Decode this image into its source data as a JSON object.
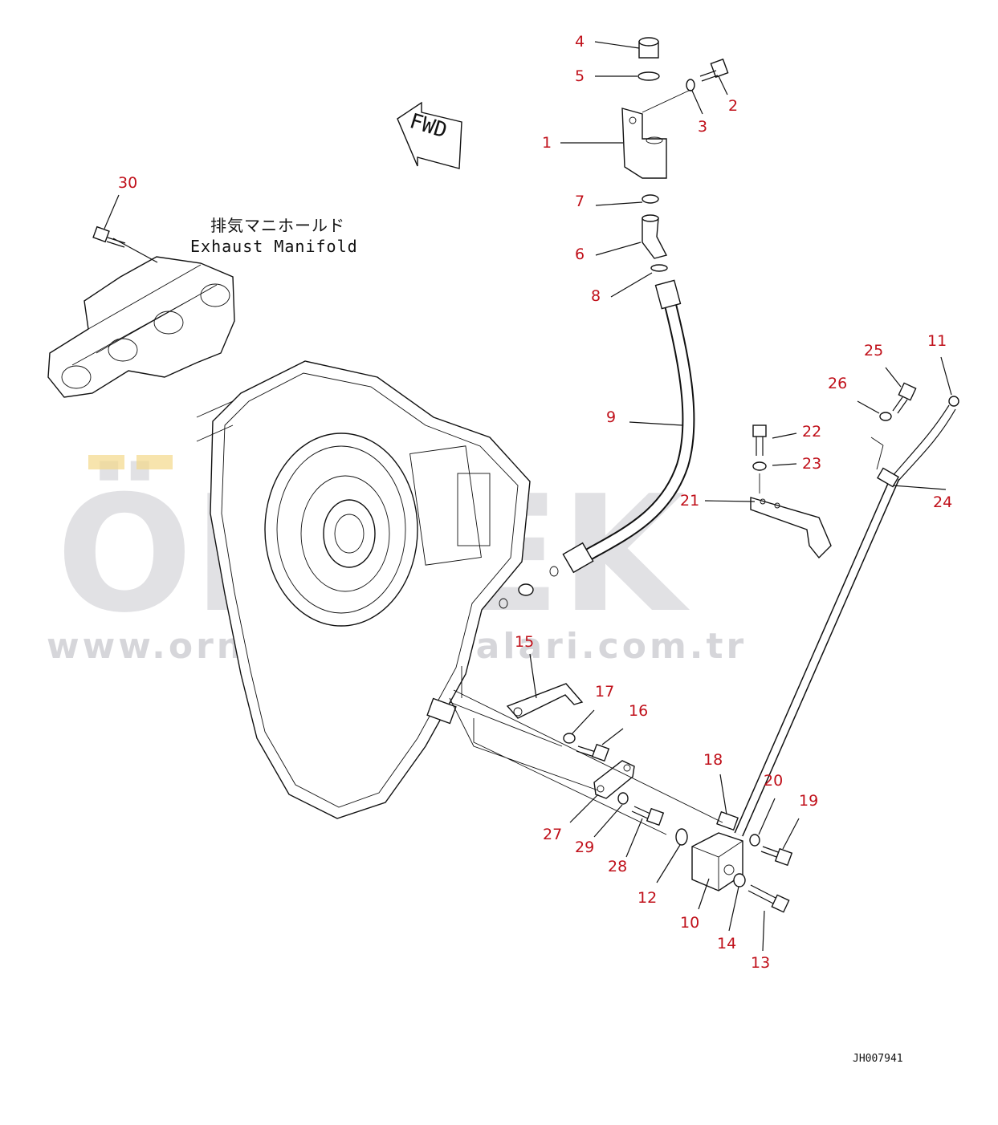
{
  "diagram": {
    "fwd_arrow_text": "FWD",
    "manifold_label_jp": "排気マニホールド",
    "manifold_label_en": "Exhaust Manifold",
    "drawing_code": "JH007941",
    "watermark_big": "ÖRNEK",
    "watermark_url": "www.orneksimakinalari.com.tr",
    "label_color": "#c0101a",
    "callouts": [
      "1",
      "2",
      "3",
      "4",
      "5",
      "6",
      "7",
      "8",
      "9",
      "10",
      "11",
      "12",
      "13",
      "14",
      "15",
      "16",
      "17",
      "18",
      "19",
      "20",
      "21",
      "22",
      "23",
      "24",
      "25",
      "26",
      "27",
      "28",
      "29",
      "30"
    ]
  }
}
